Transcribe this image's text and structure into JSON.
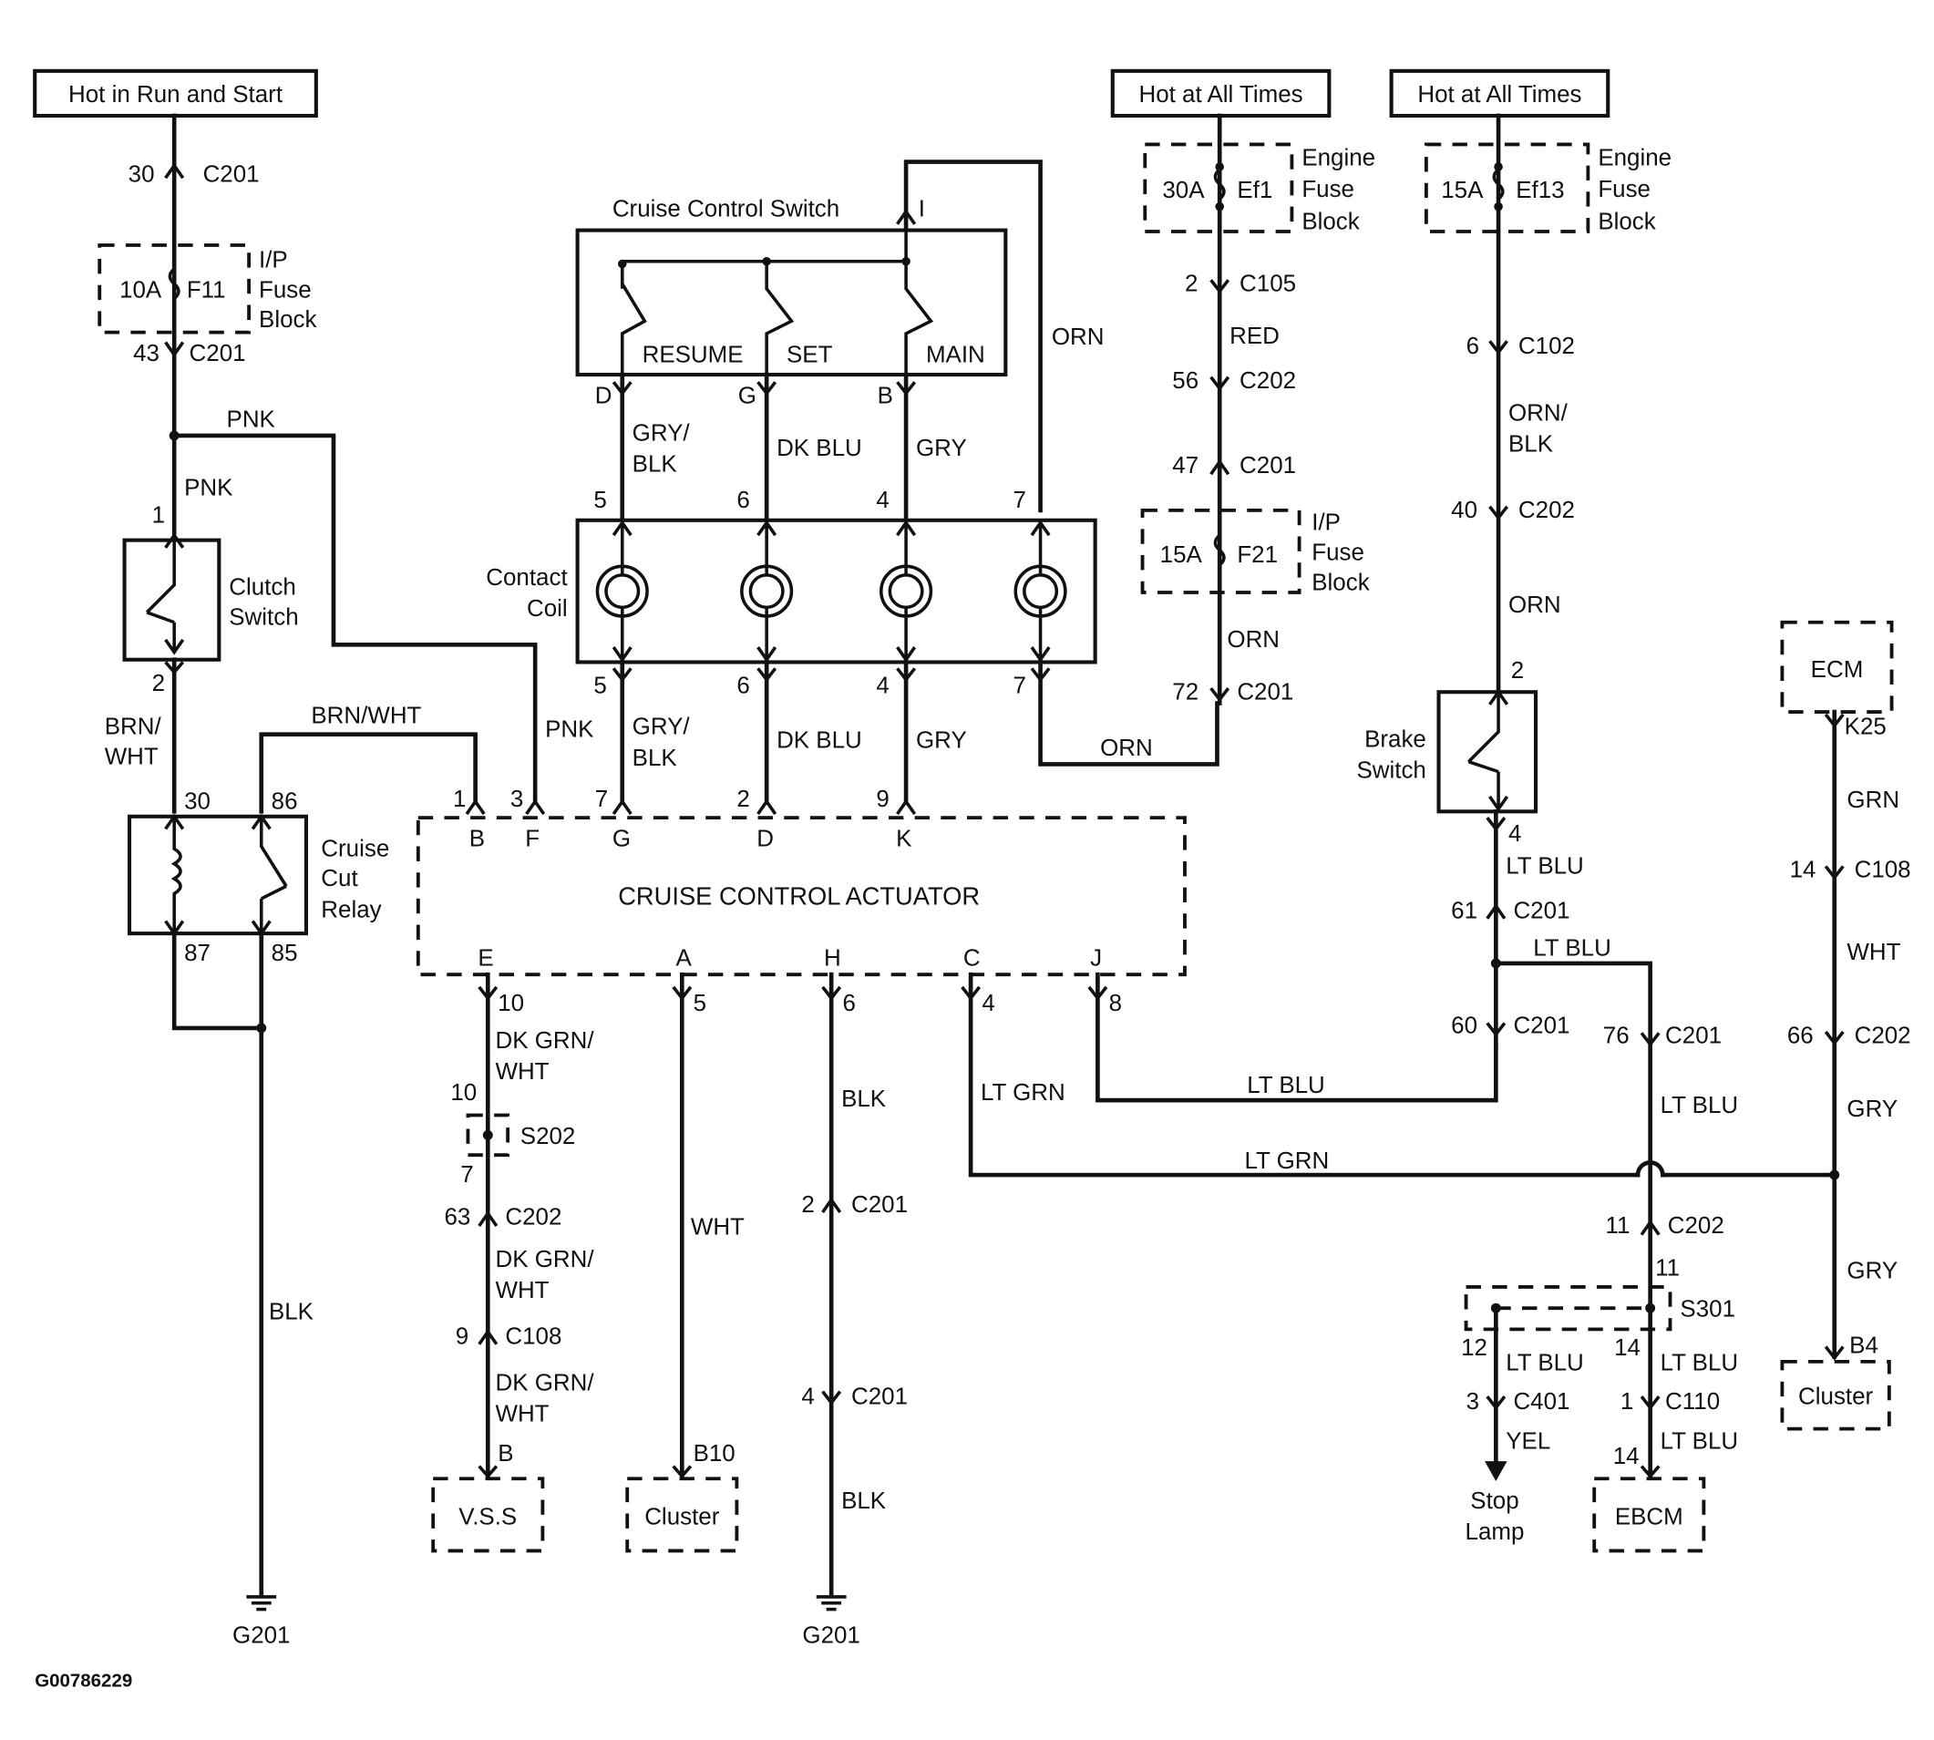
{
  "labels": {
    "hot_run_start": "Hot in Run and Start",
    "hot_all_1": "Hot at All Times",
    "hot_all_2": "Hot at All Times",
    "c201": "C201",
    "c105": "C105",
    "c202": "C202",
    "c102": "C102",
    "c108": "C108",
    "c401": "C401",
    "c110": "C110",
    "ip_fuse_block": [
      "I/P",
      "Fuse",
      "Block"
    ],
    "engine_fuse_block": [
      "Engine",
      "Fuse",
      "Block"
    ],
    "f11": "F11",
    "ef1": "Ef1",
    "ef13": "Ef13",
    "f21": "F21",
    "amp10": "10A",
    "amp30": "30A",
    "amp15": "15A",
    "cruise_switch": "Cruise Control Switch",
    "resume": "RESUME",
    "set": "SET",
    "main": "MAIN",
    "contact_coil": [
      "Contact",
      "Coil"
    ],
    "clutch_switch": [
      "Clutch",
      "Switch"
    ],
    "cruise_cut_relay": [
      "Cruise",
      "Cut",
      "Relay"
    ],
    "actuator": "CRUISE CONTROL ACTUATOR",
    "brake_switch": [
      "Brake",
      "Switch"
    ],
    "ecm": "ECM",
    "cluster": "Cluster",
    "vss": "V.S.S",
    "ebcm": "EBCM",
    "stop_lamp": [
      "Stop",
      "Lamp"
    ],
    "s202": "S202",
    "s301": "S301",
    "g201": "G201",
    "k25": "K25",
    "b4": "B4",
    "b10": "B10",
    "b": "B",
    "footer_code": "G00786229"
  },
  "wire_colors": {
    "pnk": "PNK",
    "brn_wht": [
      "BRN/",
      "WHT"
    ],
    "brn_wht_inline": "BRN/WHT",
    "blk": "BLK",
    "gry_blk": [
      "GRY/",
      "BLK"
    ],
    "dk_blu": "DK BLU",
    "gry": "GRY",
    "orn": "ORN",
    "red": "RED",
    "orn_blk": [
      "ORN/",
      "BLK"
    ],
    "lt_blu": "LT BLU",
    "lt_grn": "LT GRN",
    "grn": "GRN",
    "wht": "WHT",
    "dk_grn_wht": [
      "DK GRN/",
      "WHT"
    ],
    "yel": "YEL"
  },
  "pins": {
    "n1": "1",
    "n2": "2",
    "n3": "3",
    "n4": "4",
    "n5": "5",
    "n6": "6",
    "n7": "7",
    "n8": "8",
    "n9": "9",
    "n10": "10",
    "n11": "11",
    "n12": "12",
    "n14": "14",
    "n30": "30",
    "n43": "43",
    "n47": "47",
    "n56": "56",
    "n40": "40",
    "n60": "60",
    "n61": "61",
    "n63": "63",
    "n66": "66",
    "n72": "72",
    "n76": "76",
    "n85": "85",
    "n86": "86",
    "n87": "87",
    "I": "I",
    "A": "A",
    "B": "B",
    "C": "C",
    "D": "D",
    "E": "E",
    "F": "F",
    "G": "G",
    "H": "H",
    "J": "J",
    "K": "K"
  }
}
